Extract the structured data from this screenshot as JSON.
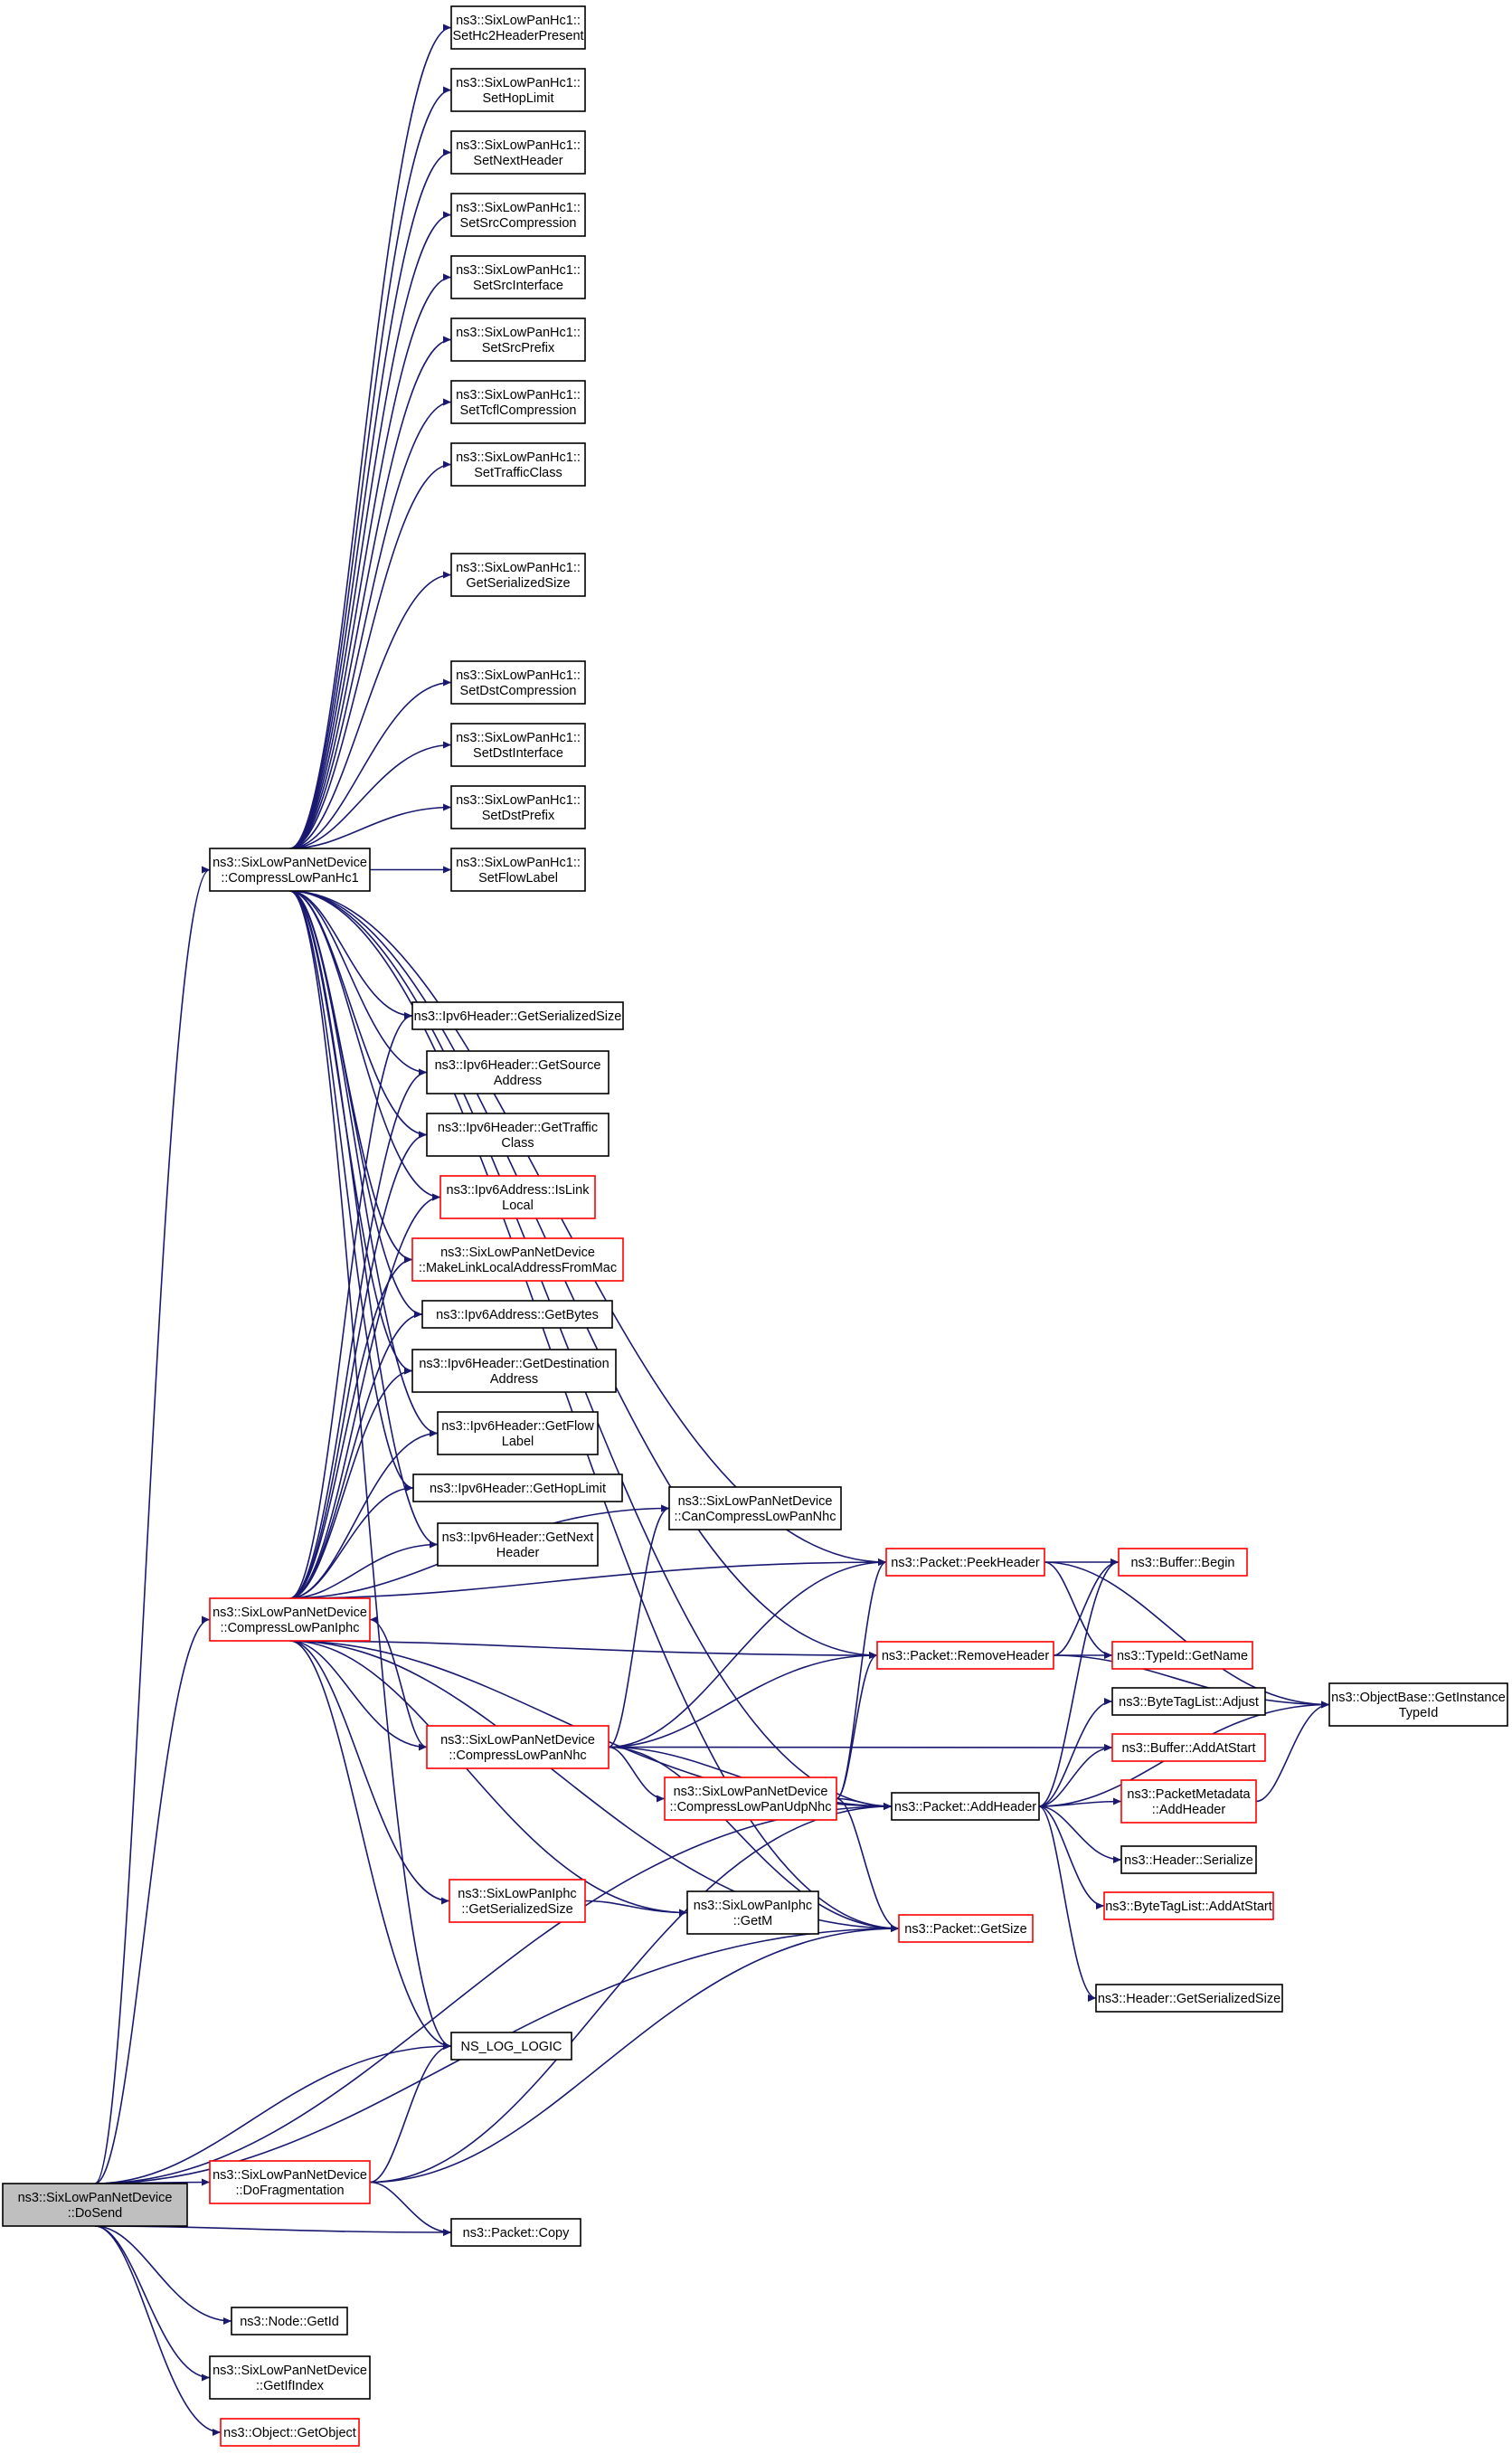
{
  "colors": {
    "edge": "#191970",
    "root_fill": "#bfbfbf",
    "normal_border": "#000000",
    "truncated_border": "#ff0000",
    "node_fill": "#ffffff"
  },
  "nodes": [
    {
      "id": "dosend",
      "lines": [
        "ns3::SixLowPanNetDevice",
        "::DoSend"
      ],
      "style": "root"
    },
    {
      "id": "hc1",
      "lines": [
        "ns3::SixLowPanNetDevice",
        "::CompressLowPanHc1"
      ],
      "style": "normal"
    },
    {
      "id": "iphc",
      "lines": [
        "ns3::SixLowPanNetDevice",
        "::CompressLowPanIphc"
      ],
      "style": "red"
    },
    {
      "id": "setHc2",
      "lines": [
        "ns3::SixLowPanHc1::",
        "SetHc2HeaderPresent"
      ],
      "style": "normal"
    },
    {
      "id": "setHop",
      "lines": [
        "ns3::SixLowPanHc1::",
        "SetHopLimit"
      ],
      "style": "normal"
    },
    {
      "id": "setNext",
      "lines": [
        "ns3::SixLowPanHc1::",
        "SetNextHeader"
      ],
      "style": "normal"
    },
    {
      "id": "setSrcComp",
      "lines": [
        "ns3::SixLowPanHc1::",
        "SetSrcCompression"
      ],
      "style": "normal"
    },
    {
      "id": "setSrcIf",
      "lines": [
        "ns3::SixLowPanHc1::",
        "SetSrcInterface"
      ],
      "style": "normal"
    },
    {
      "id": "setSrcPre",
      "lines": [
        "ns3::SixLowPanHc1::",
        "SetSrcPrefix"
      ],
      "style": "normal"
    },
    {
      "id": "setTcfl",
      "lines": [
        "ns3::SixLowPanHc1::",
        "SetTcflCompression"
      ],
      "style": "normal"
    },
    {
      "id": "setTc",
      "lines": [
        "ns3::SixLowPanHc1::",
        "SetTrafficClass"
      ],
      "style": "normal"
    },
    {
      "id": "getSer",
      "lines": [
        "ns3::SixLowPanHc1::",
        "GetSerializedSize"
      ],
      "style": "normal"
    },
    {
      "id": "setDstComp",
      "lines": [
        "ns3::SixLowPanHc1::",
        "SetDstCompression"
      ],
      "style": "normal"
    },
    {
      "id": "setDstIf",
      "lines": [
        "ns3::SixLowPanHc1::",
        "SetDstInterface"
      ],
      "style": "normal"
    },
    {
      "id": "setDstPre",
      "lines": [
        "ns3::SixLowPanHc1::",
        "SetDstPrefix"
      ],
      "style": "normal"
    },
    {
      "id": "setFlow",
      "lines": [
        "ns3::SixLowPanHc1::",
        "SetFlowLabel"
      ],
      "style": "normal"
    },
    {
      "id": "ip6Ser",
      "lines": [
        "ns3::Ipv6Header::GetSerializedSize"
      ],
      "style": "normal"
    },
    {
      "id": "ip6Src",
      "lines": [
        "ns3::Ipv6Header::GetSource",
        "Address"
      ],
      "style": "normal"
    },
    {
      "id": "ip6Tc",
      "lines": [
        "ns3::Ipv6Header::GetTraffic",
        "Class"
      ],
      "style": "normal"
    },
    {
      "id": "isLink",
      "lines": [
        "ns3::Ipv6Address::IsLink",
        "Local"
      ],
      "style": "red"
    },
    {
      "id": "makeLL",
      "lines": [
        "ns3::SixLowPanNetDevice",
        "::MakeLinkLocalAddressFromMac"
      ],
      "style": "red"
    },
    {
      "id": "getBytes",
      "lines": [
        "ns3::Ipv6Address::GetBytes"
      ],
      "style": "normal"
    },
    {
      "id": "ip6Dst",
      "lines": [
        "ns3::Ipv6Header::GetDestination",
        "Address"
      ],
      "style": "normal"
    },
    {
      "id": "ip6Flow",
      "lines": [
        "ns3::Ipv6Header::GetFlow",
        "Label"
      ],
      "style": "normal"
    },
    {
      "id": "ip6Hop",
      "lines": [
        "ns3::Ipv6Header::GetHopLimit"
      ],
      "style": "normal"
    },
    {
      "id": "ip6Next",
      "lines": [
        "ns3::Ipv6Header::GetNext",
        "Header"
      ],
      "style": "normal"
    },
    {
      "id": "canNhc",
      "lines": [
        "ns3::SixLowPanNetDevice",
        "::CanCompressLowPanNhc"
      ],
      "style": "normal"
    },
    {
      "id": "nhc",
      "lines": [
        "ns3::SixLowPanNetDevice",
        "::CompressLowPanNhc"
      ],
      "style": "red"
    },
    {
      "id": "udpNhc",
      "lines": [
        "ns3::SixLowPanNetDevice",
        "::CompressLowPanUdpNhc"
      ],
      "style": "red"
    },
    {
      "id": "iphcSer",
      "lines": [
        "ns3::SixLowPanIphc",
        "::GetSerializedSize"
      ],
      "style": "red"
    },
    {
      "id": "getM",
      "lines": [
        "ns3::SixLowPanIphc",
        "::GetM"
      ],
      "style": "normal"
    },
    {
      "id": "nslog",
      "lines": [
        "NS_LOG_LOGIC"
      ],
      "style": "normal"
    },
    {
      "id": "doFrag",
      "lines": [
        "ns3::SixLowPanNetDevice",
        "::DoFragmentation"
      ],
      "style": "red"
    },
    {
      "id": "copy",
      "lines": [
        "ns3::Packet::Copy"
      ],
      "style": "normal"
    },
    {
      "id": "getId",
      "lines": [
        "ns3::Node::GetId"
      ],
      "style": "normal"
    },
    {
      "id": "getIf",
      "lines": [
        "ns3::SixLowPanNetDevice",
        "::GetIfIndex"
      ],
      "style": "normal"
    },
    {
      "id": "getObj",
      "lines": [
        "ns3::Object::GetObject"
      ],
      "style": "red"
    },
    {
      "id": "peek",
      "lines": [
        "ns3::Packet::PeekHeader"
      ],
      "style": "red"
    },
    {
      "id": "remove",
      "lines": [
        "ns3::Packet::RemoveHeader"
      ],
      "style": "red"
    },
    {
      "id": "addH",
      "lines": [
        "ns3::Packet::AddHeader"
      ],
      "style": "normal"
    },
    {
      "id": "getSize",
      "lines": [
        "ns3::Packet::GetSize"
      ],
      "style": "red"
    },
    {
      "id": "begin",
      "lines": [
        "ns3::Buffer::Begin"
      ],
      "style": "red"
    },
    {
      "id": "tidName",
      "lines": [
        "ns3::TypeId::GetName"
      ],
      "style": "red"
    },
    {
      "id": "btlAdj",
      "lines": [
        "ns3::ByteTagList::Adjust"
      ],
      "style": "normal"
    },
    {
      "id": "bufAdd",
      "lines": [
        "ns3::Buffer::AddAtStart"
      ],
      "style": "red"
    },
    {
      "id": "pmAdd",
      "lines": [
        "ns3::PacketMetadata",
        "::AddHeader"
      ],
      "style": "red"
    },
    {
      "id": "hSer",
      "lines": [
        "ns3::Header::Serialize"
      ],
      "style": "normal"
    },
    {
      "id": "btlAdd",
      "lines": [
        "ns3::ByteTagList::AddAtStart"
      ],
      "style": "red"
    },
    {
      "id": "hGetSer",
      "lines": [
        "ns3::Header::GetSerializedSize"
      ],
      "style": "normal"
    },
    {
      "id": "objBase",
      "lines": [
        "ns3::ObjectBase::GetInstance",
        "TypeId"
      ],
      "style": "normal"
    }
  ],
  "edges": [
    [
      "dosend",
      "hc1"
    ],
    [
      "dosend",
      "iphc"
    ],
    [
      "dosend",
      "nslog"
    ],
    [
      "dosend",
      "doFrag"
    ],
    [
      "dosend",
      "copy"
    ],
    [
      "dosend",
      "getId"
    ],
    [
      "dosend",
      "getIf"
    ],
    [
      "dosend",
      "getObj"
    ],
    [
      "dosend",
      "addH"
    ],
    [
      "dosend",
      "getSize"
    ],
    [
      "hc1",
      "setHc2"
    ],
    [
      "hc1",
      "setHop"
    ],
    [
      "hc1",
      "setNext"
    ],
    [
      "hc1",
      "setSrcComp"
    ],
    [
      "hc1",
      "setSrcIf"
    ],
    [
      "hc1",
      "setSrcPre"
    ],
    [
      "hc1",
      "setTcfl"
    ],
    [
      "hc1",
      "setTc"
    ],
    [
      "hc1",
      "getSer"
    ],
    [
      "hc1",
      "setDstComp"
    ],
    [
      "hc1",
      "setDstIf"
    ],
    [
      "hc1",
      "setDstPre"
    ],
    [
      "hc1",
      "setFlow"
    ],
    [
      "hc1",
      "peek"
    ],
    [
      "hc1",
      "remove"
    ],
    [
      "hc1",
      "addH"
    ],
    [
      "hc1",
      "ip6Ser"
    ],
    [
      "hc1",
      "ip6Src"
    ],
    [
      "hc1",
      "ip6Tc"
    ],
    [
      "hc1",
      "isLink"
    ],
    [
      "hc1",
      "makeLL"
    ],
    [
      "hc1",
      "getBytes"
    ],
    [
      "hc1",
      "ip6Dst"
    ],
    [
      "hc1",
      "ip6Flow"
    ],
    [
      "hc1",
      "ip6Hop"
    ],
    [
      "hc1",
      "ip6Next"
    ],
    [
      "hc1",
      "nslog"
    ],
    [
      "hc1",
      "getSize"
    ],
    [
      "iphc",
      "ip6Ser"
    ],
    [
      "iphc",
      "ip6Src"
    ],
    [
      "iphc",
      "ip6Tc"
    ],
    [
      "iphc",
      "isLink"
    ],
    [
      "iphc",
      "makeLL"
    ],
    [
      "iphc",
      "getBytes"
    ],
    [
      "iphc",
      "ip6Dst"
    ],
    [
      "iphc",
      "ip6Flow"
    ],
    [
      "iphc",
      "ip6Hop"
    ],
    [
      "iphc",
      "ip6Next"
    ],
    [
      "iphc",
      "canNhc"
    ],
    [
      "iphc",
      "nhc"
    ],
    [
      "iphc",
      "peek"
    ],
    [
      "iphc",
      "remove"
    ],
    [
      "iphc",
      "addH"
    ],
    [
      "iphc",
      "iphcSer"
    ],
    [
      "iphc",
      "getM"
    ],
    [
      "iphc",
      "nslog"
    ],
    [
      "iphc",
      "getSize"
    ],
    [
      "nhc",
      "iphc"
    ],
    [
      "nhc",
      "canNhc"
    ],
    [
      "nhc",
      "udpNhc"
    ],
    [
      "nhc",
      "peek"
    ],
    [
      "nhc",
      "remove"
    ],
    [
      "nhc",
      "addH"
    ],
    [
      "nhc",
      "getSize"
    ],
    [
      "nhc",
      "bufAdd"
    ],
    [
      "udpNhc",
      "peek"
    ],
    [
      "udpNhc",
      "remove"
    ],
    [
      "udpNhc",
      "addH"
    ],
    [
      "udpNhc",
      "getSize"
    ],
    [
      "iphcSer",
      "getM"
    ],
    [
      "doFrag",
      "nslog"
    ],
    [
      "doFrag",
      "copy"
    ],
    [
      "doFrag",
      "getSize"
    ],
    [
      "doFrag",
      "addH"
    ],
    [
      "peek",
      "begin"
    ],
    [
      "peek",
      "tidName"
    ],
    [
      "peek",
      "objBase"
    ],
    [
      "remove",
      "begin"
    ],
    [
      "remove",
      "tidName"
    ],
    [
      "remove",
      "objBase"
    ],
    [
      "addH",
      "begin"
    ],
    [
      "addH",
      "btlAdj"
    ],
    [
      "addH",
      "bufAdd"
    ],
    [
      "addH",
      "pmAdd"
    ],
    [
      "addH",
      "hSer"
    ],
    [
      "addH",
      "btlAdd"
    ],
    [
      "addH",
      "hGetSer"
    ],
    [
      "addH",
      "objBase"
    ],
    [
      "pmAdd",
      "objBase"
    ]
  ]
}
